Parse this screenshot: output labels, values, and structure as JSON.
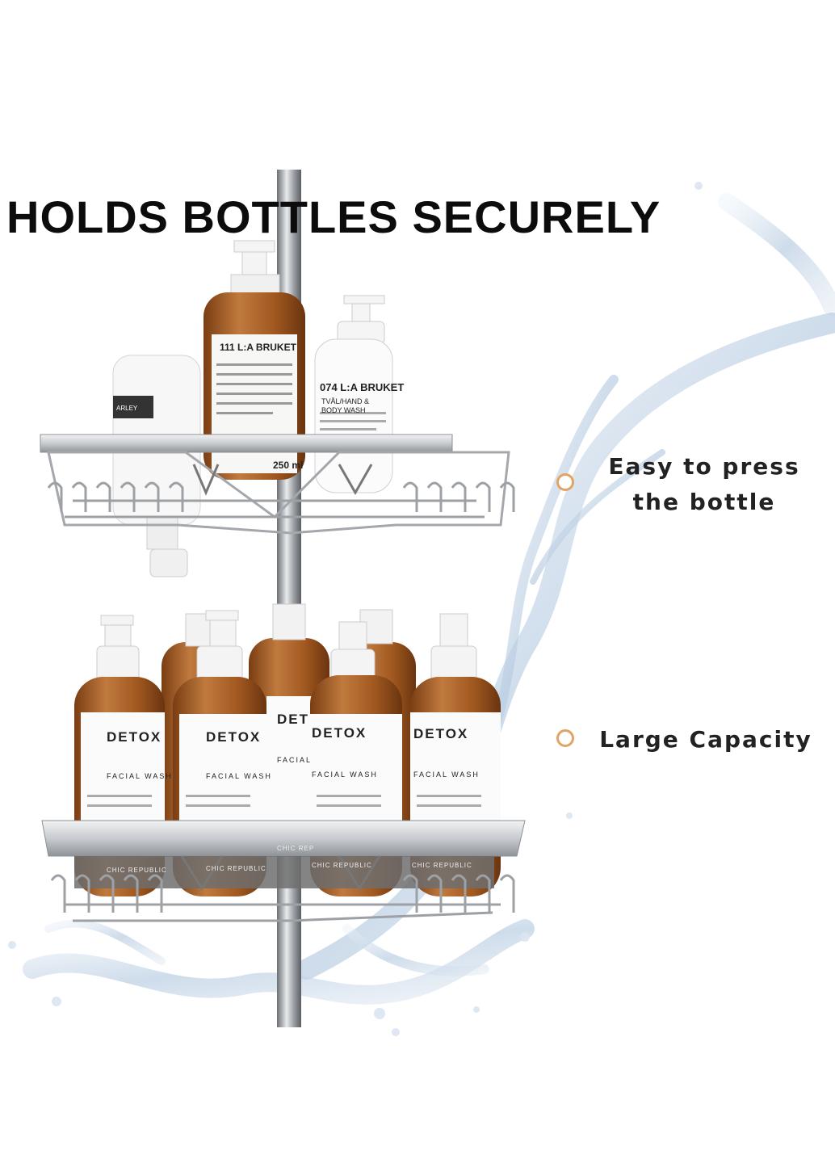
{
  "headline": "HOLDS BOTTLES SECURELY",
  "features": [
    {
      "line1": "Easy to press",
      "line2": "the bottle"
    },
    {
      "line1": "Large Capacity"
    }
  ],
  "top_shelf": {
    "bottle_1": {
      "brand": "111 L:A BRUKET",
      "volume": "250 ml"
    },
    "bottle_2": {
      "brand": "074 L:A BRUKET",
      "line1": "TVÅL/HAND &",
      "line2": "BODY WASH"
    },
    "bottle_3": {
      "label": "ARLEY"
    }
  },
  "detox_bottles": [
    {
      "title": "DETOX",
      "sub": "FACIAL WASH",
      "brand": "CHIC REPUBLIC"
    },
    {
      "title": "DETOX",
      "sub": "FACIAL WASH",
      "brand": "CHIC REPUBLIC"
    },
    {
      "title": "DET",
      "sub": "FACIAL",
      "brand": "CHIC REP"
    },
    {
      "title": "DETOX",
      "sub": "FACIAL WASH",
      "brand": "CHIC REPUBLIC"
    },
    {
      "title": "DETOX",
      "sub": "FACIAL WASH",
      "brand": "CHIC REPUBLIC"
    }
  ],
  "colors": {
    "amber": "#a8612a",
    "accent": "#e2a466",
    "chrome": "#c9ccd0"
  }
}
